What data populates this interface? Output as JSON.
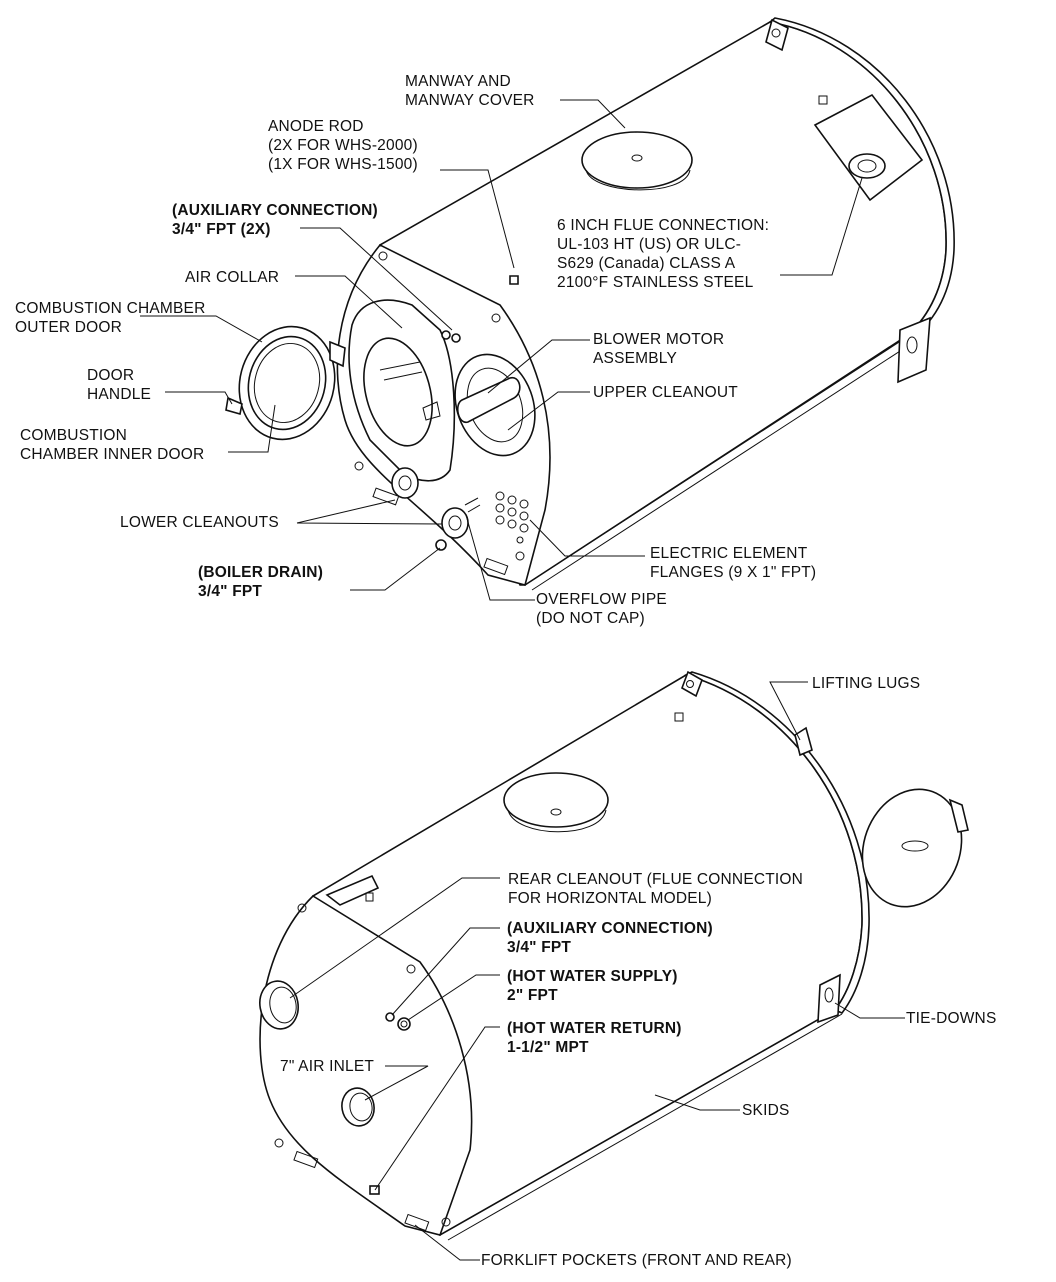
{
  "labels": {
    "manway": "MANWAY AND\nMANWAY COVER",
    "anode": "ANODE ROD\n(2X FOR WHS-2000)\n(1X FOR WHS-1500)",
    "aux_conn_top": "(AUXILIARY CONNECTION)\n3/4\" FPT (2X)",
    "air_collar": "AIR COLLAR",
    "outer_door": "COMBUSTION CHAMBER\nOUTER DOOR",
    "door_handle": "DOOR\nHANDLE",
    "inner_door": "COMBUSTION\nCHAMBER INNER DOOR",
    "lower_cleanouts": "LOWER CLEANOUTS",
    "boiler_drain": "(BOILER DRAIN)\n3/4\" FPT",
    "flue_connection": "6 INCH FLUE CONNECTION:\nUL-103 HT (US) OR ULC-\nS629 (Canada) CLASS A\n2100°F STAINLESS STEEL",
    "blower": "BLOWER MOTOR\nASSEMBLY",
    "upper_cleanout": "UPPER CLEANOUT",
    "element_flanges": "ELECTRIC ELEMENT\nFLANGES (9 X 1\" FPT)",
    "overflow": "OVERFLOW PIPE\n(DO NOT CAP)",
    "lifting_lugs": "LIFTING LUGS",
    "rear_cleanout": "REAR CLEANOUT (FLUE CONNECTION\nFOR HORIZONTAL MODEL)",
    "aux_conn_rear": "(AUXILIARY CONNECTION)\n3/4\" FPT",
    "hot_supply": "(HOT WATER SUPPLY)\n2\" FPT",
    "hot_return": "(HOT WATER RETURN)\n1-1/2\" MPT",
    "air_inlet": "7\" AIR INLET",
    "tie_downs": "TIE-DOWNS",
    "skids": "SKIDS",
    "forklift": "FORKLIFT POCKETS (FRONT AND REAR)"
  }
}
